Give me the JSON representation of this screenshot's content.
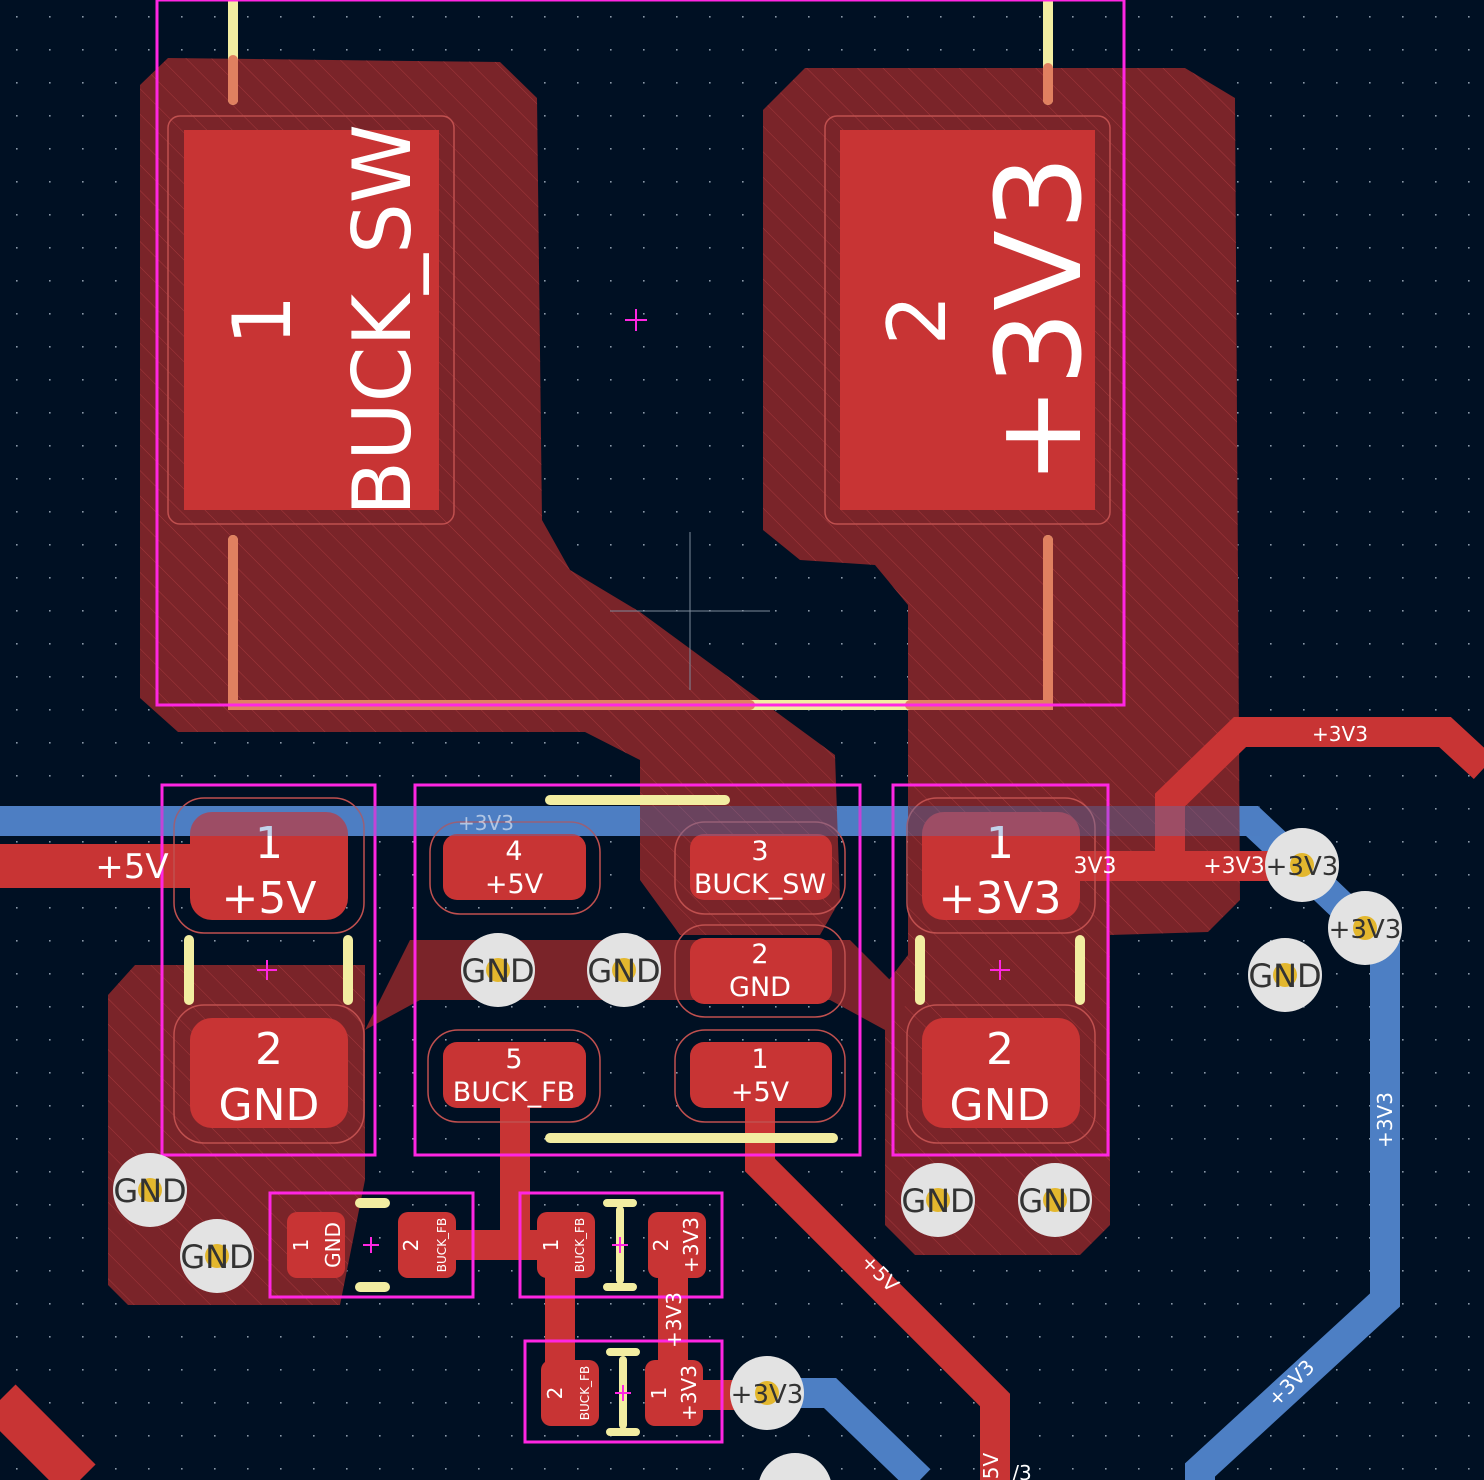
{
  "colors": {
    "background": "#001023",
    "grid_dot": "#8a98a8",
    "top_copper": "#c83434",
    "bottom_copper": "#4d7fc4",
    "zone_fill": "#7a2429",
    "courtyard": "#ff26e2",
    "silkscreen": "#f2eda1",
    "via_ring": "#e3e3e3",
    "via_hole": "#e3b72e"
  },
  "inductor": {
    "pad1": {
      "number": "1",
      "net": "BUCK_SW"
    },
    "pad2": {
      "number": "2",
      "net": "+3V3"
    }
  },
  "cap_left": {
    "pad1": {
      "number": "1",
      "net": "+5V"
    },
    "pad2": {
      "number": "2",
      "net": "GND"
    }
  },
  "cap_right": {
    "pad1": {
      "number": "1",
      "net": "+3V3"
    },
    "pad2": {
      "number": "2",
      "net": "GND"
    }
  },
  "regulator": {
    "pad4": {
      "number": "4",
      "net": "+5V"
    },
    "pad3": {
      "number": "3",
      "net": "BUCK_SW"
    },
    "pad2": {
      "number": "2",
      "net": "GND"
    },
    "pad5": {
      "number": "5",
      "net": "BUCK_FB"
    },
    "pad1": {
      "number": "1",
      "net": "+5V"
    }
  },
  "res_a": {
    "pad1": {
      "number": "1",
      "net": "GND"
    },
    "pad2": {
      "number": "2",
      "net": "BUCK_FB"
    }
  },
  "res_b": {
    "pad1": {
      "number": "1",
      "net": "BUCK_FB"
    },
    "pad2": {
      "number": "2",
      "net": "+3V3"
    }
  },
  "res_c": {
    "pad2": {
      "number": "2",
      "net": "BUCK_FB"
    },
    "pad1": {
      "number": "1",
      "net": "+3V3"
    }
  },
  "via_labels": {
    "gnd": "GND",
    "v33": "+3V3"
  },
  "track_labels": {
    "v5_left": "+5V",
    "v33_top": "+3V3",
    "v33_blue_top": "+3V3",
    "v33_right_a": "3V3",
    "v33_right_b": "+3V3",
    "v33_vertical": "+3V3",
    "v5_diag": "+5V",
    "v33_diag": "+3V3",
    "v33_res_trace": "+3V3",
    "bottom_5v": "5V",
    "bottom_3v3": "/3"
  }
}
